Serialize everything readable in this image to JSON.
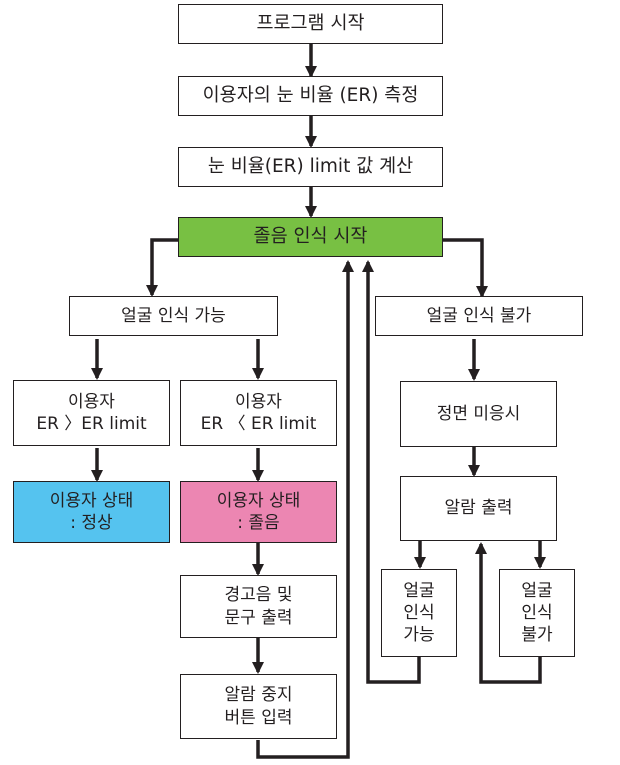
{
  "nodes": {
    "program_start": "프로그램 시작",
    "measure_ratio": "이용자의 눈 비율 (ER) 측정",
    "calc_limit": "눈 비율(ER) limit 값 계산",
    "drowsy_detect_start": "졸음 인식 시작",
    "face_ok": "얼굴 인식 가능",
    "face_fail": "얼굴 인식 불가",
    "er_greater": "이용자\nER 〉ER limit",
    "er_less": "이용자\nER 〈 ER limit",
    "state_normal": "이용자 상태\n: 정상",
    "state_drowsy": "이용자 상태\n: 졸음",
    "warning_output": "경고음 및\n문구 출력",
    "alarm_stop": "알람 중지\n버튼 입력",
    "front_not_looking": "정면 미응시",
    "alarm_output": "알람 출력",
    "face_ok_small": "얼굴\n인식\n가능",
    "face_fail_small": "얼굴\n인식\n불가"
  },
  "colors": {
    "start_box": "#78c043",
    "normal_box": "#55c3ef",
    "drowsy_box": "#ec86b2",
    "line": "#231f20"
  }
}
